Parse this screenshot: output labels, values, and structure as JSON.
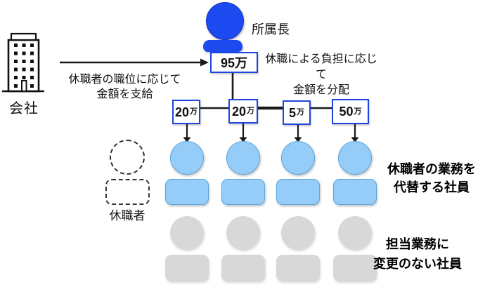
{
  "diagram": {
    "title_hint": "leave-compensation allocation diagram",
    "company": {
      "label": "会社"
    },
    "manager": {
      "label": "所属長",
      "amount": "95万"
    },
    "flow_company_to_manager": {
      "line1": "休職者の職位に応じて",
      "line2": "金額を支給"
    },
    "flow_manager_to_staff": {
      "line1": "休職による負担に応じて",
      "line2": "金額を分配"
    },
    "allocations": [
      {
        "amount": "20",
        "unit": "万"
      },
      {
        "amount": "20",
        "unit": "万"
      },
      {
        "amount": "5",
        "unit": "万"
      },
      {
        "amount": "50",
        "unit": "万"
      }
    ],
    "on_leave": {
      "label": "休職者"
    },
    "substitutes": {
      "label_line1": "休職者の業務を",
      "label_line2": "代替する社員",
      "count": 4
    },
    "unaffected": {
      "label_line1": "担当業務に",
      "label_line2": "変更のない社員",
      "count": 4
    },
    "colors": {
      "manager_blue": "#1c4af0",
      "box_border_blue": "#1d46e0",
      "substitute_fill": "#96cdf8",
      "substitute_border": "#5ba6dd",
      "unaffected_gray": "#d8d8d8",
      "line_black": "#1a1a1a"
    }
  }
}
